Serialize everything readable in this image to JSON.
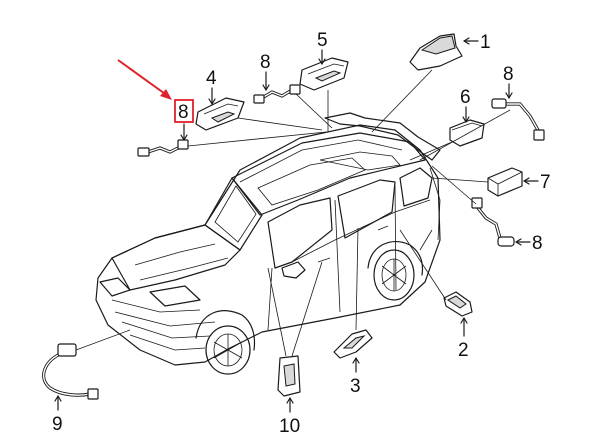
{
  "callouts": [
    {
      "label": "1",
      "part": "roof-antenna"
    },
    {
      "label": "2",
      "part": "mirror-puddle-lamp"
    },
    {
      "label": "3",
      "part": "door-handle-lamp"
    },
    {
      "label": "4",
      "part": "front-roof-module"
    },
    {
      "label": "5",
      "part": "center-roof-module"
    },
    {
      "label": "6",
      "part": "rear-roof-module"
    },
    {
      "label": "7",
      "part": "rear-control-module"
    },
    {
      "label": "8",
      "part": "wiring-harness"
    },
    {
      "label": "8",
      "part": "wiring-harness"
    },
    {
      "label": "8",
      "part": "wiring-harness"
    },
    {
      "label": "8",
      "part": "wiring-harness-highlighted"
    },
    {
      "label": "9",
      "part": "bumper-wiring-harness"
    },
    {
      "label": "10",
      "part": "pillar-lamp"
    }
  ],
  "highlight": {
    "label_index": 10,
    "color": "#e0202a"
  },
  "colors": {
    "ink": "#1a1a1a",
    "highlight": "#e0202a"
  }
}
